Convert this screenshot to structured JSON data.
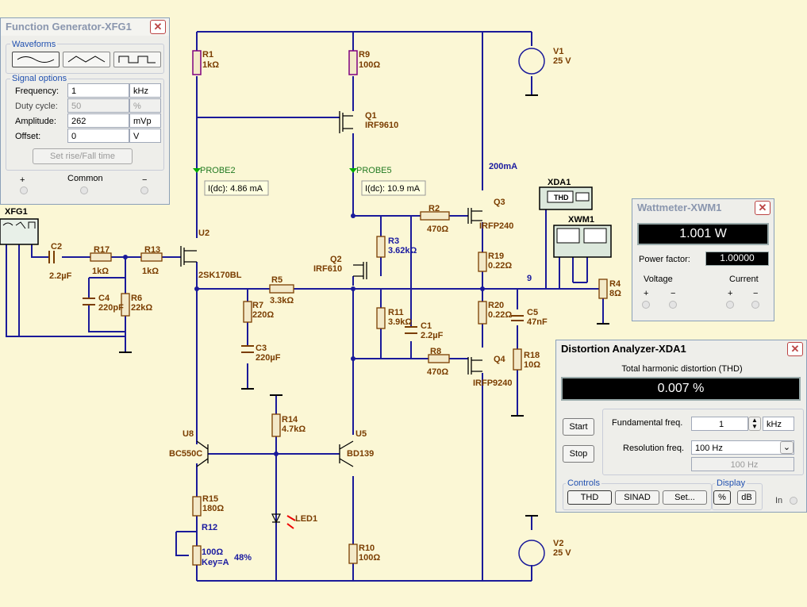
{
  "schematic": {
    "labels": {
      "xfg1": "XFG1",
      "r1": "R1",
      "r1v": "1kΩ",
      "r9": "R9",
      "r9v": "100Ω",
      "v1": "V1",
      "v1v": "25 V",
      "q1": "Q1",
      "q1v": "IRF9610",
      "probe2": "PROBE2",
      "probe5": "PROBE5",
      "idc1": "I(dc): 4.86 mA",
      "idc2": "I(dc): 10.9 mA",
      "current": "200mA",
      "xda1": "XDA1",
      "thd": "THD",
      "xwm1": "XWM1",
      "q3": "Q3",
      "q3v": "IRFP240",
      "r2": "R2",
      "r2v": "470Ω",
      "r3": "R3",
      "r3v": "3.62kΩ",
      "u2": "U2",
      "u2v": "2SK170BL",
      "c2": "C2",
      "c2v": "2.2µF",
      "r17": "R17",
      "r17v": "1kΩ",
      "r13": "R13",
      "r13v": "1kΩ",
      "q2": "Q2",
      "q2v": "IRF610",
      "r19": "R19",
      "r19v": "0.22Ω",
      "net9": "9",
      "r4": "R4",
      "r4v": "8Ω",
      "r5": "R5",
      "r5v": "3.3kΩ",
      "c4": "C4",
      "c4v": "220pF",
      "r6": "R6",
      "r6v": "22kΩ",
      "r7": "R7",
      "r7v": "220Ω",
      "r11": "R11",
      "r11v": "3.9kΩ",
      "c1": "C1",
      "c1v": "2.2µF",
      "r20": "R20",
      "r20v": "0.22Ω",
      "c5": "C5",
      "c5v": "47nF",
      "c3": "C3",
      "c3v": "220µF",
      "r8": "R8",
      "r8v": "470Ω",
      "q4": "Q4",
      "q4v": "IRFP9240",
      "r18": "R18",
      "r18v": "10Ω",
      "r14": "R14",
      "r14v": "4.7kΩ",
      "u8": "U8",
      "u8v": "BC550C",
      "u5": "U5",
      "u5v": "BD139",
      "r15": "R15",
      "r15v": "180Ω",
      "r12": "R12",
      "r12v": "100Ω",
      "r12k": "Key=A",
      "r12p": "48%",
      "led1": "LED1",
      "r10": "R10",
      "r10v": "100Ω",
      "v2": "V2",
      "v2v": "25 V"
    }
  },
  "function_generator": {
    "title": "Function Generator-XFG1",
    "waveforms_label": "Waveforms",
    "signal_options_label": "Signal options",
    "frequency_label": "Frequency:",
    "frequency_value": "1",
    "frequency_unit": "kHz",
    "duty_label": "Duty cycle:",
    "duty_value": "50",
    "duty_unit": "%",
    "amplitude_label": "Amplitude:",
    "amplitude_value": "262",
    "amplitude_unit": "mVp",
    "offset_label": "Offset:",
    "offset_value": "0",
    "offset_unit": "V",
    "rise_fall_label": "Set rise/Fall time",
    "plus": "+",
    "common": "Common",
    "minus": "−"
  },
  "wattmeter": {
    "title": "Wattmeter-XWM1",
    "reading": "1.001 W",
    "pf_label": "Power factor:",
    "pf_value": "1.00000",
    "voltage_label": "Voltage",
    "current_label": "Current",
    "plus": "+",
    "minus": "−"
  },
  "distortion_analyzer": {
    "title": "Distortion Analyzer-XDA1",
    "heading": "Total harmonic distortion (THD)",
    "reading": "0.007 %",
    "start_label": "Start",
    "stop_label": "Stop",
    "fund_label": "Fundamental freq.",
    "fund_value": "1",
    "fund_unit": "kHz",
    "res_label": "Resolution freq.",
    "res_value": "100 Hz",
    "res_readout": "100 Hz",
    "controls_label": "Controls",
    "thd_label": "THD",
    "sinad_label": "SINAD",
    "set_label": "Set...",
    "display_label": "Display",
    "pct_label": "%",
    "db_label": "dB",
    "in_label": "In"
  }
}
